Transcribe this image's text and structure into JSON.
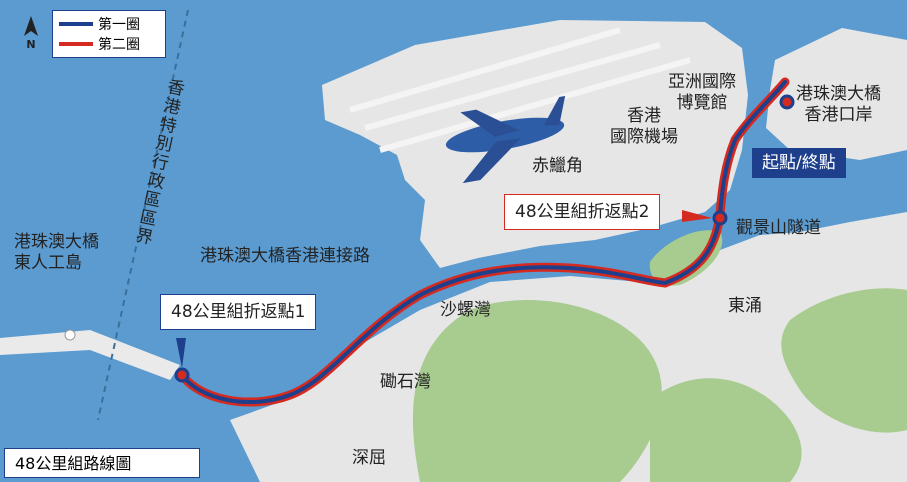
{
  "title": "48公里組路線圖",
  "compass": "N",
  "legend": [
    {
      "label": "第一圈",
      "color": "#1d3f8c"
    },
    {
      "label": "第二圈",
      "color": "#d42a20"
    }
  ],
  "boundary_label": "香港特別行政區區界",
  "places": {
    "artificial_island": "港珠澳大橋\n東人工島",
    "link_road": "港珠澳大橋香港連接路",
    "chek_lap_kok": "赤鱲角",
    "airport": "香港\n國際機場",
    "asiaworld": "亞洲國際\n博覽館",
    "port": "港珠澳大橋\n香港口岸",
    "tunnel": "觀景山隧道",
    "tung_chung": "東涌",
    "sha_lo_wan": "沙螺灣",
    "tai_o_wan": "磡石灣",
    "sham_wat": "深屈"
  },
  "callouts": {
    "turn1": "48公里組折返點1",
    "turn2": "48公里組折返點2",
    "start": "起點/終點"
  },
  "colors": {
    "sea": "#5b9bd0",
    "land": "#e6e6e6",
    "hill": "#a8cc90",
    "route_blue": "#1d3f8c",
    "route_red": "#d42a20"
  }
}
